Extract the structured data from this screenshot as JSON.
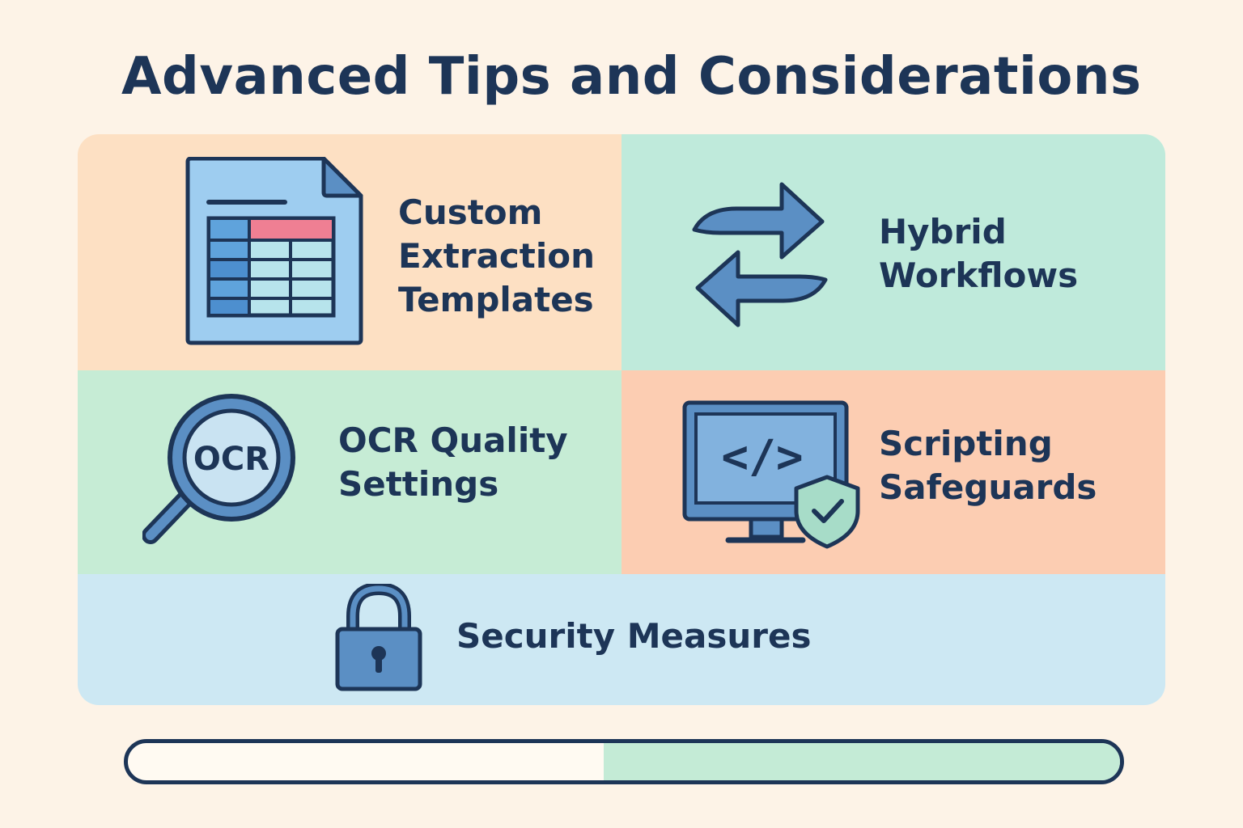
{
  "title": "Advanced Tips and Considerations",
  "colors": {
    "background": "#fdf3e7",
    "text": "#1d3557",
    "templates_bg": "#fde0c3",
    "hybrid_bg": "#bfeadb",
    "ocr_bg": "#c6ecd5",
    "scripting_bg": "#fccdb2",
    "security_bg": "#cde8f3",
    "progress_fill": "#c4ebd6"
  },
  "tiles": {
    "templates": {
      "label": "Custom\nExtraction\nTemplates",
      "icon": "spreadsheet-document-icon"
    },
    "hybrid": {
      "label": "Hybrid\nWorkflows",
      "icon": "swap-arrows-icon"
    },
    "ocr": {
      "label": "OCR Quality\nSettings",
      "icon": "ocr-magnifier-icon",
      "icon_text": "OCR"
    },
    "scripting": {
      "label": "Scripting\nSafeguards",
      "icon": "code-monitor-shield-icon",
      "code_glyph": "</>"
    },
    "security": {
      "label": "Security Measures",
      "icon": "padlock-icon"
    }
  },
  "progress": {
    "filled_fraction": 0.52
  }
}
